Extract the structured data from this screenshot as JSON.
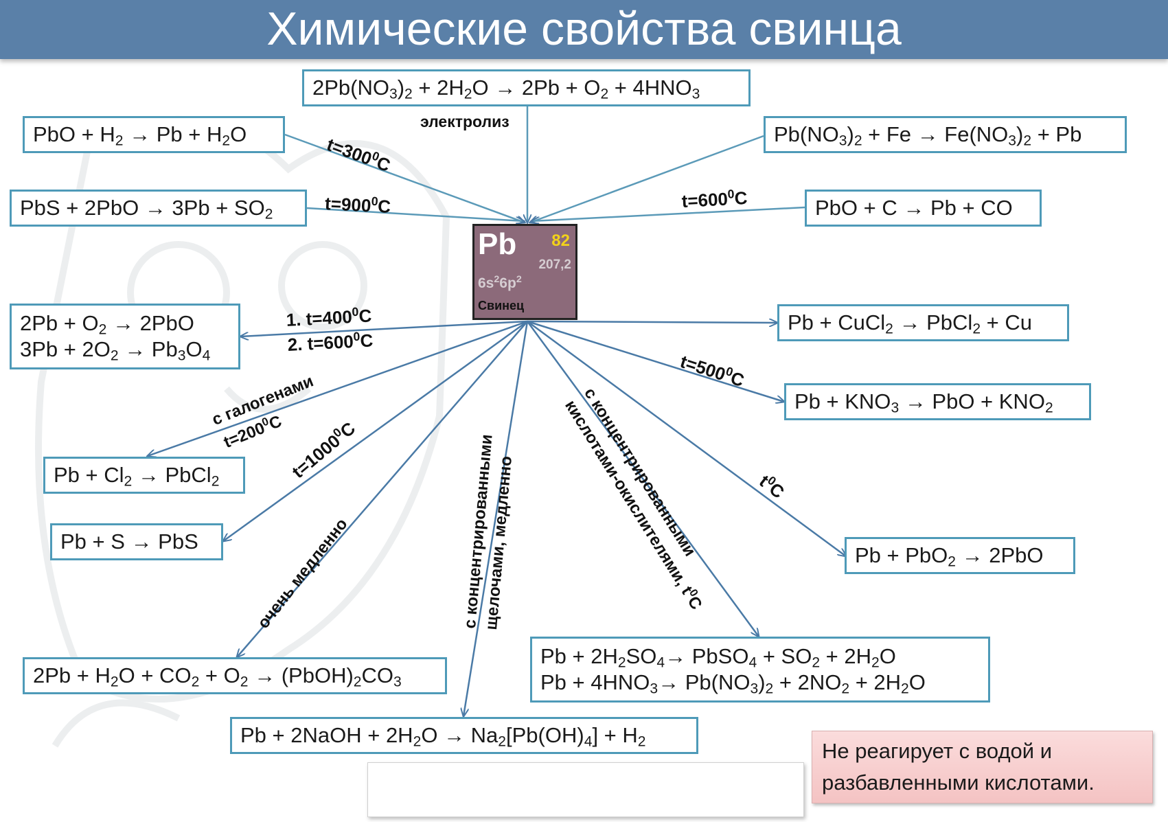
{
  "title": "Химические свойства свинца",
  "element": {
    "symbol": "Pb",
    "number": "82",
    "mass": "207,2",
    "config": "6s²6p²",
    "name": "Свинец"
  },
  "reactions": {
    "electrolysis": "2Pb(NO₃)₂ + 2H₂O → 2Pb + O₂ + 4HNO₃",
    "pbo_h2": "PbO + H₂ → Pb + H₂O",
    "pbno3_fe": "Pb(NO₃)₂ + Fe → Fe(NO₃)₂ + Pb",
    "pbs_pbo": "PbS + 2PbO → 3Pb + SO₂",
    "pbo_c": "PbO + C → Pb + CO",
    "oxygen_1": "2Pb + O₂ → 2PbO",
    "oxygen_2": "3Pb + 2O₂ → Pb₃O₄",
    "cucl2": "Pb + CuCl₂ → PbCl₂ + Cu",
    "kno3": "Pb + KNO₃ → PbO + KNO₂",
    "cl2": "Pb + Cl₂ → PbCl₂",
    "sulfur": "Pb + S → PbS",
    "pbo2": "Pb + PbO₂ → 2PbO",
    "acid_1": "Pb + 2H₂SO₄→ PbSO₄ + SO₂ + 2H₂O",
    "acid_2": "Pb + 4HNO₃→ Pb(NO₃)₂ + 2NO₂ + 2H₂O",
    "carbonate": "2Pb + H₂O + CO₂ + O₂ → (PbOH)₂CO₃",
    "naoh": "Pb + 2NaOH + 2H₂O → Na₂[Pb(OH)₄] + H₂"
  },
  "labels": {
    "electrolysis": "электролиз",
    "t300": "t=300⁰C",
    "t900": "t=900⁰C",
    "t600_c": "t=600⁰C",
    "ox_1": "1.  t=400⁰C",
    "ox_2": "2.  t=600⁰C",
    "t500": "t=500⁰C",
    "halogen_1": "с галогенами",
    "halogen_2": "t=200⁰C",
    "t1000": "t=1000⁰C",
    "tc": "t⁰C",
    "slow": "очень медленно",
    "alkali_1": "с концентрированными",
    "alkali_2": "щелочами, медленно",
    "acid_label_1": "с концентрированными",
    "acid_label_2": "кислотами-окислителями, t⁰C"
  },
  "note": "Не реагирует с водой и разбавленными кислотами."
}
